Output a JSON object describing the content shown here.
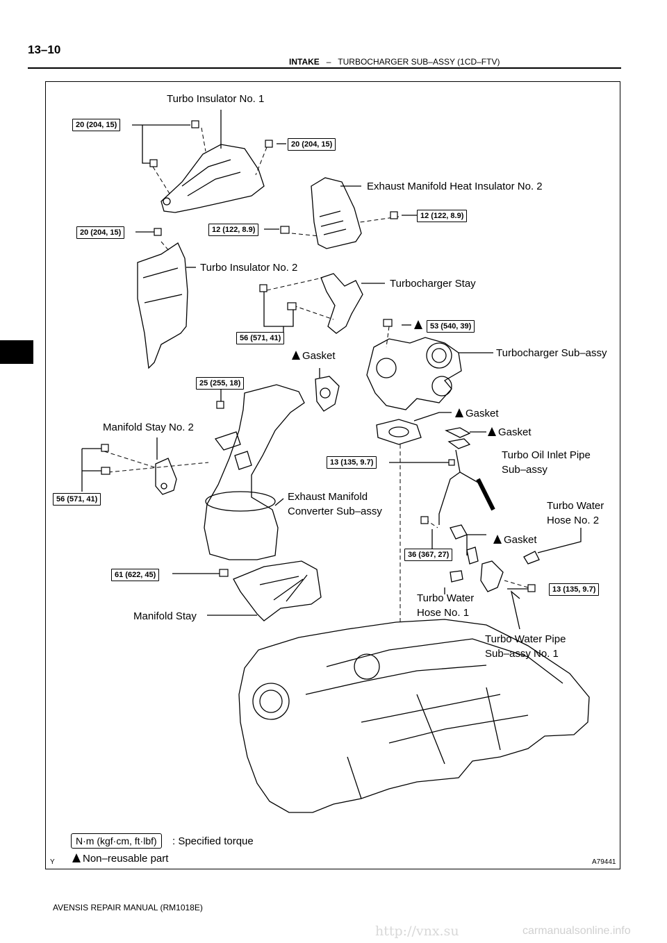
{
  "header": {
    "page_number": "13–10",
    "section": "INTAKE",
    "separator": "–",
    "title": "TURBOCHARGER SUB–ASSY (1CD–FTV)"
  },
  "labels": {
    "turbo_insulator_1": "Turbo Insulator No. 1",
    "exhaust_heat_insulator_2": "Exhaust Manifold Heat Insulator No. 2",
    "turbo_insulator_2": "Turbo Insulator No. 2",
    "turbocharger_stay": "Turbocharger Stay",
    "turbocharger_subassy": "Turbocharger Sub–assy",
    "gasket_top": "Gasket",
    "gasket_mid1": "Gasket",
    "gasket_mid2": "Gasket",
    "gasket_low": "Gasket",
    "manifold_stay_2": "Manifold Stay No. 2",
    "oil_inlet_pipe_1": "Turbo Oil Inlet Pipe",
    "oil_inlet_pipe_2": "Sub–assy",
    "exh_converter_1": "Exhaust Manifold",
    "exh_converter_2": "Converter Sub–assy",
    "water_hose_2_a": "Turbo Water",
    "water_hose_2_b": "Hose No. 2",
    "water_hose_1_a": "Turbo Water",
    "water_hose_1_b": "Hose No. 1",
    "manifold_stay": "Manifold Stay",
    "water_pipe_a": "Turbo Water Pipe",
    "water_pipe_b": "Sub–assy No. 1"
  },
  "torques": {
    "t1": "20 (204, 15)",
    "t2": "20 (204, 15)",
    "t3": "20 (204, 15)",
    "t4": "12 (122, 8.9)",
    "t5": "12 (122, 8.9)",
    "t6": "56 (571, 41)",
    "t7": "53 (540, 39)",
    "t8": "25 (255, 18)",
    "t9": "13 (135, 9.7)",
    "t10": "56 (571, 41)",
    "t11": "36 (367, 27)",
    "t12": "61 (622, 45)",
    "t13": "13 (135, 9.7)"
  },
  "legend": {
    "unit_box": "N·m (kgf·cm, ft·lbf)",
    "unit_desc": ": Specified torque",
    "nonreusable": "Non–reusable part"
  },
  "figure_id": "A79441",
  "corner_mark": "Y",
  "footer": "AVENSIS REPAIR MANUAL   (RM1018E)",
  "watermark": "http://vnx.su",
  "watermark2": "carmanualsonline.info"
}
